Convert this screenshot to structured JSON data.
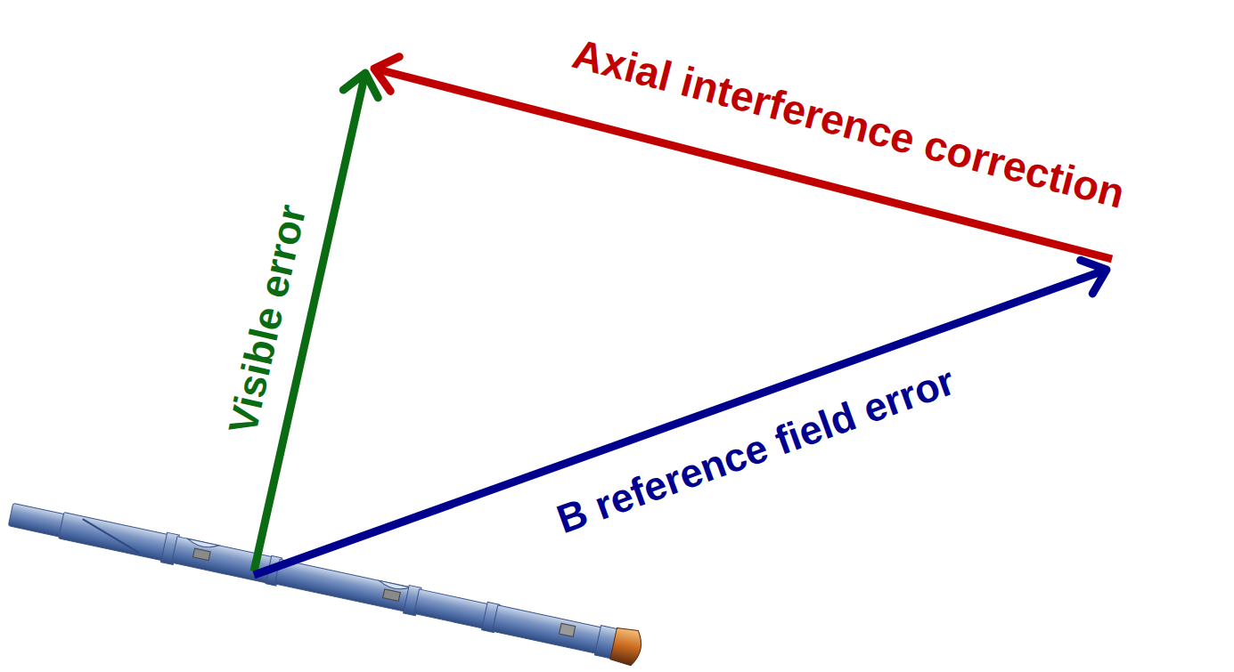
{
  "diagram": {
    "labels": [
      "Axial interference correction",
      "Visible error",
      "B reference field error"
    ]
  }
}
